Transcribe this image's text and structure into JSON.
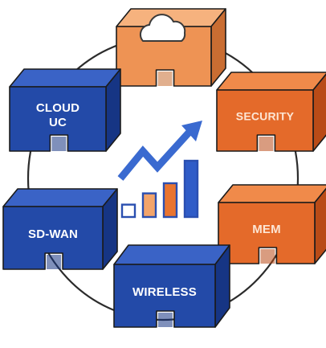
{
  "colors": {
    "blue_top": "#3a63c6",
    "blue_front": "#234aa8",
    "blue_side": "#163584",
    "orange_top": "#f08a4a",
    "orange_front": "#e46a2a",
    "orange_side": "#b94b17",
    "peach_top": "#f6b27e",
    "peach_front": "#ee9354",
    "peach_side": "#c96d32",
    "ring": "#2b2b2b",
    "label_light": "#ffffff",
    "label_on_orange": "#fde6d4"
  },
  "blocks": [
    {
      "id": "cloud",
      "label_lines": [],
      "icon": "cloud-icon",
      "palette": "peach"
    },
    {
      "id": "security",
      "label_lines": [
        "SECURITY"
      ],
      "palette": "orange"
    },
    {
      "id": "mem",
      "label_lines": [
        "MEM"
      ],
      "palette": "orange"
    },
    {
      "id": "wireless",
      "label_lines": [
        "WIRELESS"
      ],
      "palette": "blue"
    },
    {
      "id": "sdwan",
      "label_lines": [
        "SD-WAN"
      ],
      "palette": "blue"
    },
    {
      "id": "cloud-uc",
      "label_lines": [
        "CLOUD",
        "UC"
      ],
      "palette": "blue"
    }
  ],
  "center": {
    "icon": "growth-chart-icon",
    "bars": [
      {
        "level": 0.22,
        "color": "#ffffff",
        "stroke": "#2a4fb0"
      },
      {
        "level": 0.42,
        "color": "#f3a46a",
        "stroke": "#2a4fb0"
      },
      {
        "level": 0.6,
        "color": "#e9742f",
        "stroke": "#2a4fb0"
      },
      {
        "level": 1.0,
        "color": "#2f5cc8",
        "stroke": "#2a4fb0"
      }
    ],
    "arrow_color": "#3a6ad0"
  }
}
